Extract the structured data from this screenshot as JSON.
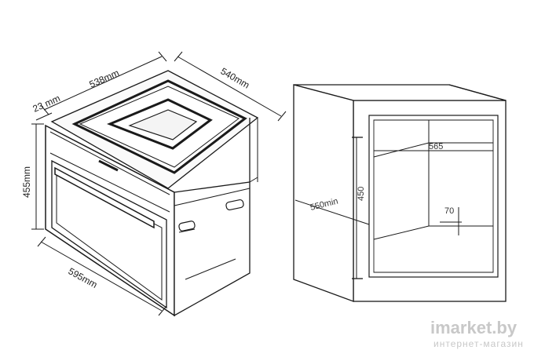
{
  "diagram": {
    "oven": {
      "depth_top": "538mm",
      "depth_overall": "540mm",
      "panel_thickness": "23 mm",
      "height": "455mm",
      "width": "595mm"
    },
    "cabinet": {
      "depth": "565",
      "height": "450",
      "min_depth": "550min",
      "vent": "70"
    }
  },
  "watermark": {
    "brand": "imarket.by",
    "tagline": "интернет-магазин"
  }
}
